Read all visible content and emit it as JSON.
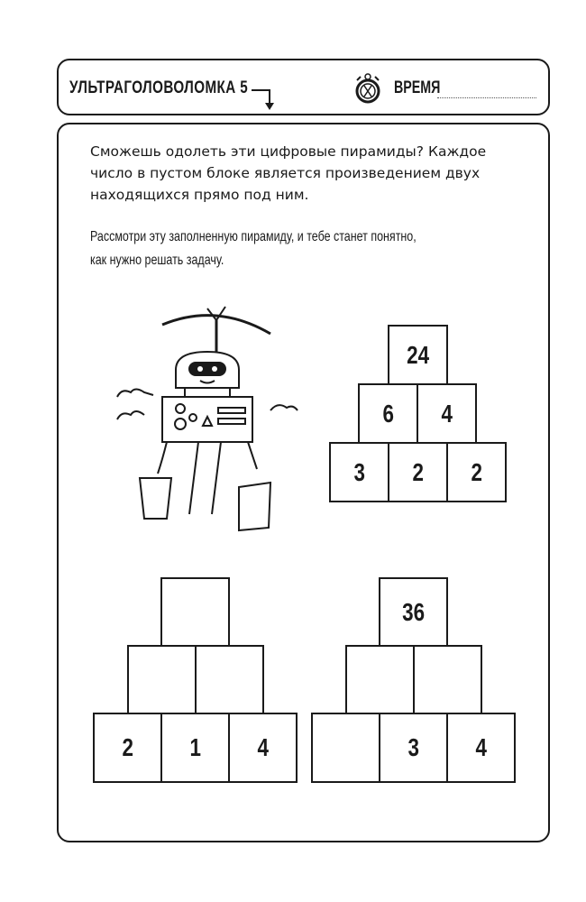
{
  "header": {
    "title": "УЛЬТРАГОЛОВОЛОМКА 5",
    "time_label": "ВРЕМЯ"
  },
  "intro": "Сможешь одолеть эти цифровые пирамиды? Каждое число в пустом блоке является произведением двух находящихся прямо под ним.",
  "hint": [
    "Рассмотри эту заполненную пирамиду, и тебе станет понятно,",
    "как нужно решать задачу."
  ],
  "example_pyramid": {
    "top": [
      "24"
    ],
    "middle": [
      "6",
      "4"
    ],
    "bottom": [
      "3",
      "2",
      "2"
    ]
  },
  "puzzle_1": {
    "top": [
      ""
    ],
    "middle": [
      "",
      ""
    ],
    "bottom": [
      "2",
      "1",
      "4"
    ]
  },
  "puzzle_2": {
    "top": [
      "36"
    ],
    "middle": [
      "",
      ""
    ],
    "bottom": [
      "",
      "3",
      "4"
    ]
  }
}
